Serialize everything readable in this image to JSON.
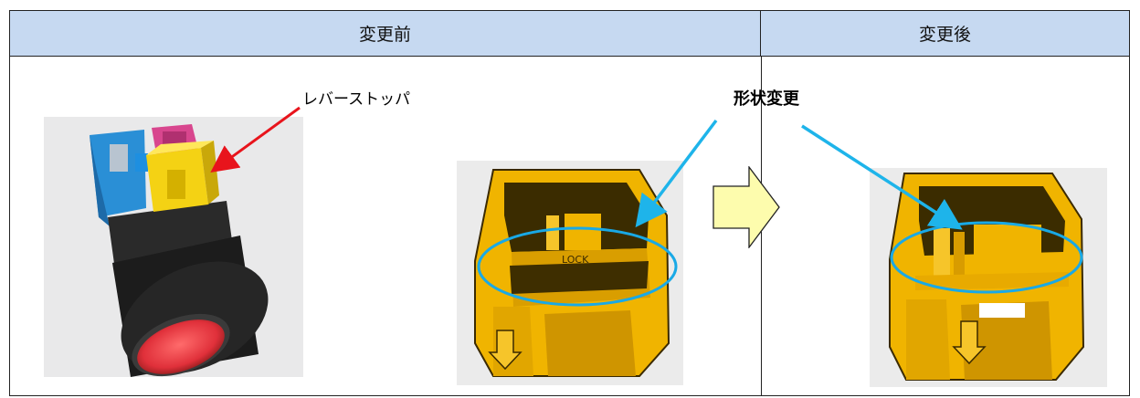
{
  "headers": {
    "before": "変更前",
    "after": "変更後"
  },
  "callouts": {
    "lever_stopper": "レバーストッパ",
    "shape_change": "形状変更"
  },
  "colors": {
    "header_bg": "#c6d9f1",
    "callout_arrow_red": "#e8141c",
    "callout_arrow_blue": "#1eb4ea",
    "part_yellow": "#f0b400",
    "highlight_ellipse": "#19a9e6"
  }
}
